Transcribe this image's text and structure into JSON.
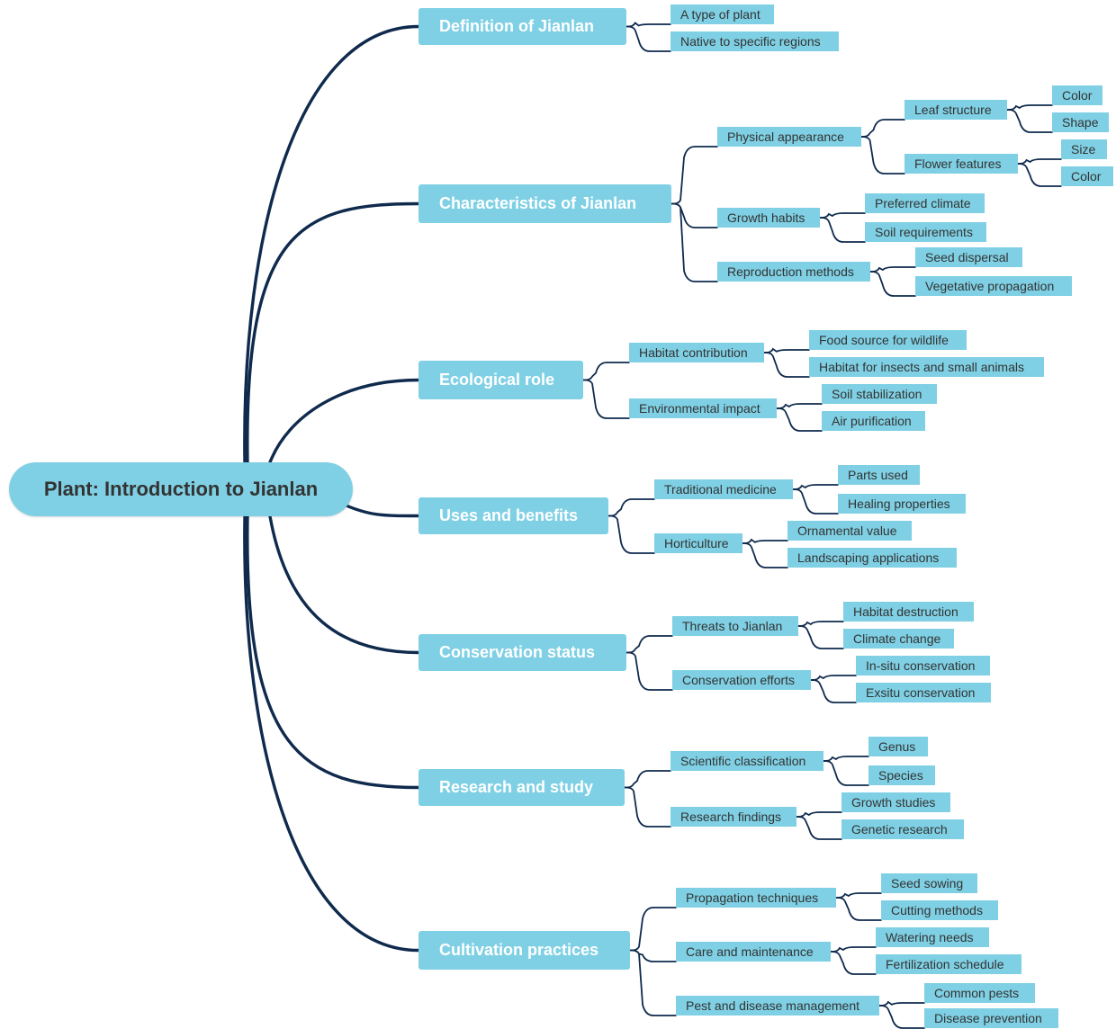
{
  "colors": {
    "node_fill": "#7fd0e4",
    "edge": "#0f2a4d",
    "root_text": "#333333",
    "main_text": "#ffffff",
    "leaf_text": "#333333"
  },
  "root": {
    "label": "Plant: Introduction to Jianlan"
  },
  "branches": [
    {
      "label": "Definition of Jianlan",
      "children": [
        {
          "label": "A type of plant"
        },
        {
          "label": "Native to specific regions"
        }
      ]
    },
    {
      "label": "Characteristics of Jianlan",
      "children": [
        {
          "label": "Physical appearance",
          "children": [
            {
              "label": "Leaf structure",
              "children": [
                {
                  "label": "Color"
                },
                {
                  "label": "Shape"
                }
              ]
            },
            {
              "label": "Flower features",
              "children": [
                {
                  "label": "Size"
                },
                {
                  "label": "Color"
                }
              ]
            }
          ]
        },
        {
          "label": "Growth habits",
          "children": [
            {
              "label": "Preferred climate"
            },
            {
              "label": "Soil requirements"
            }
          ]
        },
        {
          "label": "Reproduction methods",
          "children": [
            {
              "label": "Seed dispersal"
            },
            {
              "label": "Vegetative propagation"
            }
          ]
        }
      ]
    },
    {
      "label": "Ecological role",
      "children": [
        {
          "label": "Habitat contribution",
          "children": [
            {
              "label": "Food source for wildlife"
            },
            {
              "label": "Habitat for insects and small animals"
            }
          ]
        },
        {
          "label": "Environmental impact",
          "children": [
            {
              "label": "Soil stabilization"
            },
            {
              "label": "Air purification"
            }
          ]
        }
      ]
    },
    {
      "label": "Uses and benefits",
      "children": [
        {
          "label": "Traditional medicine",
          "children": [
            {
              "label": "Parts used"
            },
            {
              "label": "Healing properties"
            }
          ]
        },
        {
          "label": "Horticulture",
          "children": [
            {
              "label": "Ornamental value"
            },
            {
              "label": "Landscaping applications"
            }
          ]
        }
      ]
    },
    {
      "label": "Conservation status",
      "children": [
        {
          "label": "Threats to Jianlan",
          "children": [
            {
              "label": "Habitat destruction"
            },
            {
              "label": "Climate change"
            }
          ]
        },
        {
          "label": "Conservation efforts",
          "children": [
            {
              "label": "In-situ conservation"
            },
            {
              "label": "Exsitu conservation"
            }
          ]
        }
      ]
    },
    {
      "label": "Research and study",
      "children": [
        {
          "label": "Scientific classification",
          "children": [
            {
              "label": "Genus"
            },
            {
              "label": "Species"
            }
          ]
        },
        {
          "label": "Research findings",
          "children": [
            {
              "label": "Growth studies"
            },
            {
              "label": "Genetic research"
            }
          ]
        }
      ]
    },
    {
      "label": "Cultivation practices",
      "children": [
        {
          "label": "Propagation techniques",
          "children": [
            {
              "label": "Seed sowing"
            },
            {
              "label": "Cutting methods"
            }
          ]
        },
        {
          "label": "Care and maintenance",
          "children": [
            {
              "label": "Watering needs"
            },
            {
              "label": "Fertilization schedule"
            }
          ]
        },
        {
          "label": "Pest and disease management",
          "children": [
            {
              "label": "Common pests"
            },
            {
              "label": "Disease prevention"
            }
          ]
        }
      ]
    }
  ]
}
